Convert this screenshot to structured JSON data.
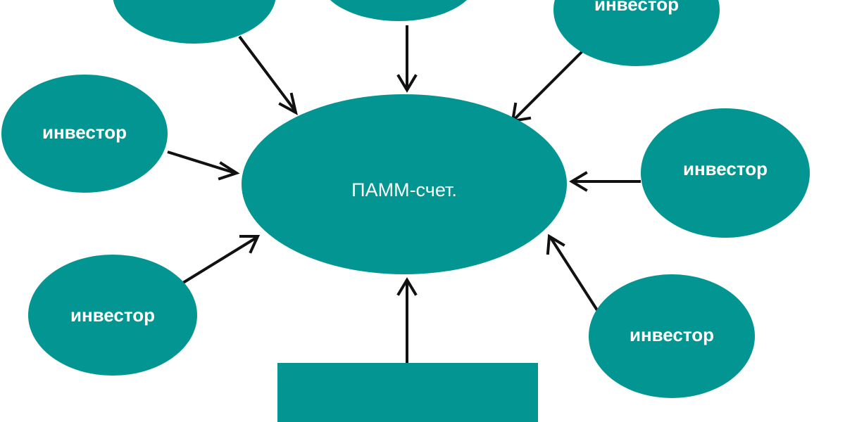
{
  "diagram": {
    "center": {
      "label": "ПАММ-счет."
    },
    "investors": {
      "top_left": "",
      "top_center": "",
      "top_right": "инвестор",
      "left": "инвестор",
      "right": "инвестор",
      "bottom_left": "инвестор",
      "bottom_right": "инвестор"
    },
    "manager_box": {
      "label": ""
    }
  },
  "colors": {
    "node_fill": "#039591",
    "node_text": "#ffffff",
    "arrow": "#111111",
    "background": "#ffffff"
  }
}
